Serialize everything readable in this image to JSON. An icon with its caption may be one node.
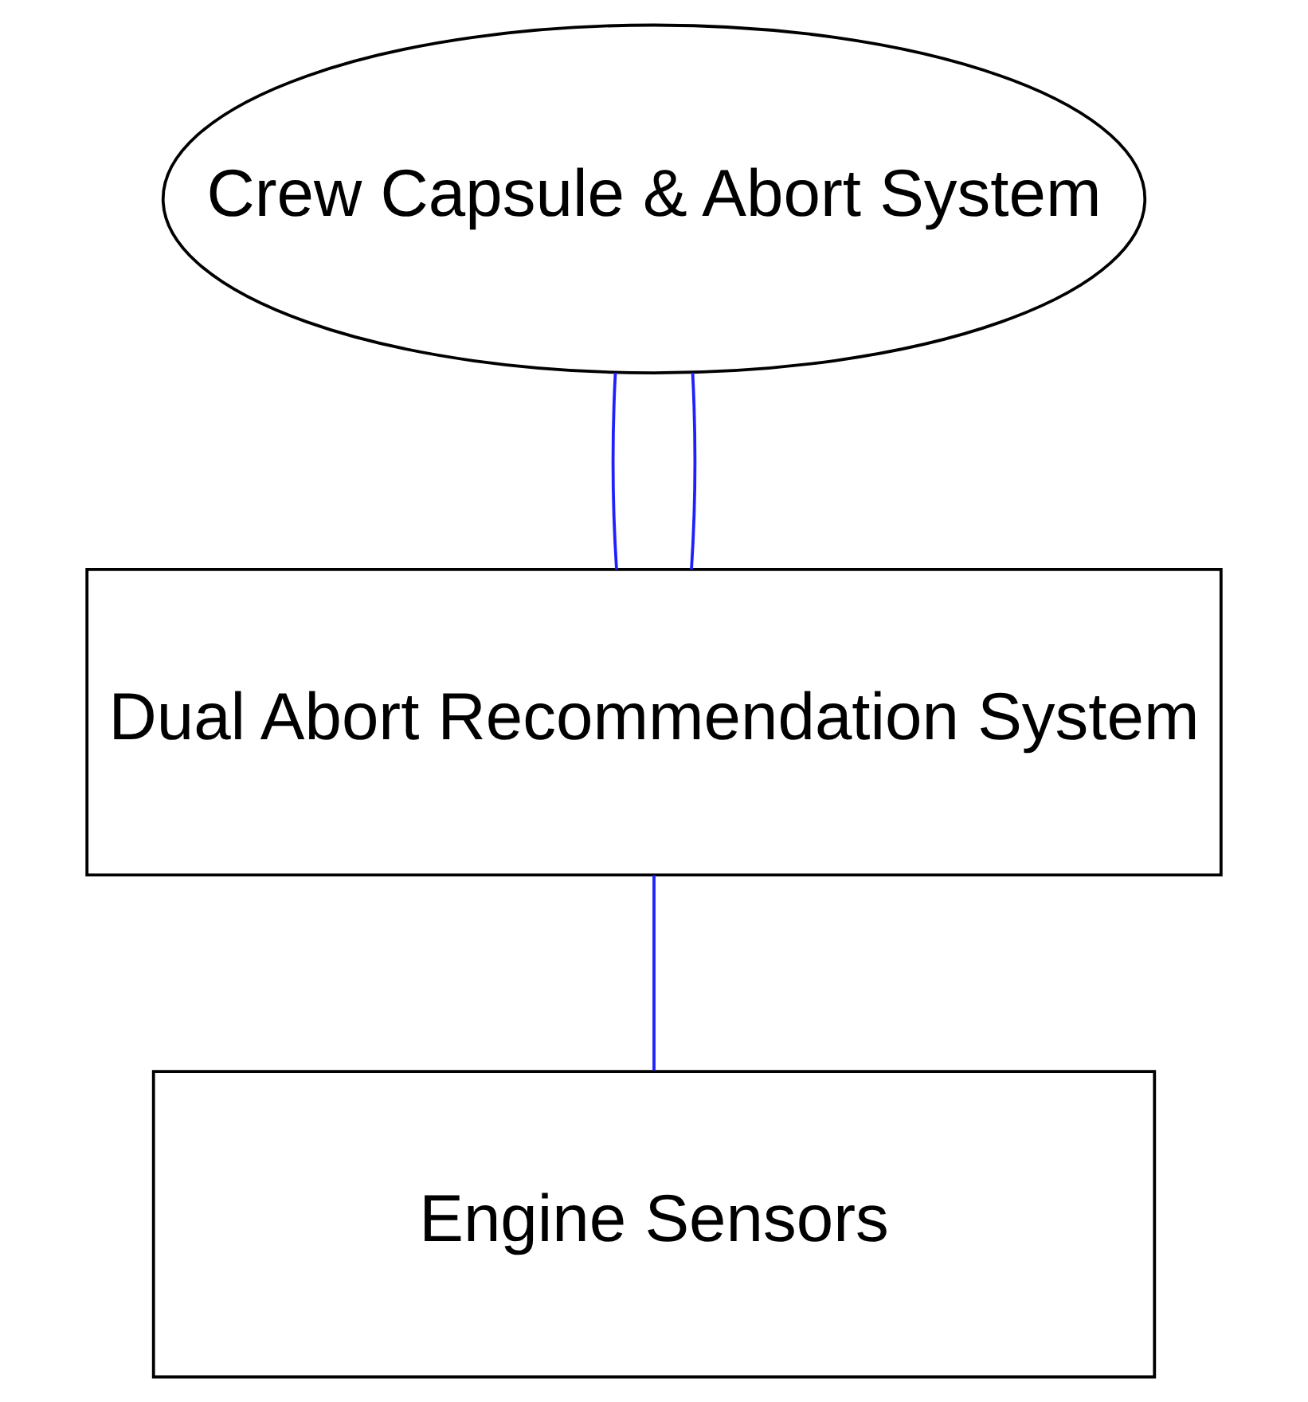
{
  "diagram": {
    "nodes": [
      {
        "text": [
          "Crew Capsule & Abort System"
        ]
      },
      {
        "text": [
          "Dual Abort Recommendation System"
        ]
      },
      {
        "text": [
          "Engine Sensors"
        ]
      }
    ],
    "edges": [
      {
        "from": 0,
        "to": 1,
        "arrow": "none"
      },
      {
        "from": 0,
        "to": 1,
        "arrow": "none"
      },
      {
        "from": 1,
        "to": 2,
        "arrow": "none"
      }
    ]
  }
}
